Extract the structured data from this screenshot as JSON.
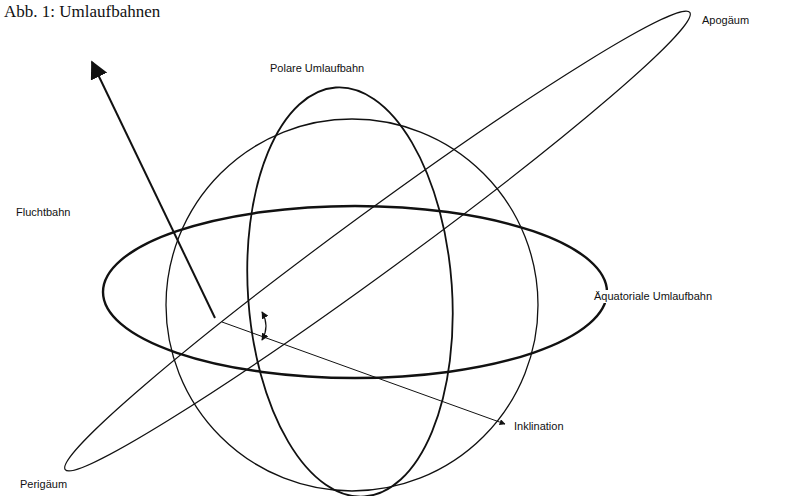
{
  "diagram": {
    "title": "Abb. 1: Umlaufbahnen",
    "labels": [
      "Apogäum",
      "Polare Umlaufbahn",
      "Fluchtbahn",
      "Äquatoriale Umlaufbahn",
      "Inklination",
      "Perigäum"
    ]
  }
}
